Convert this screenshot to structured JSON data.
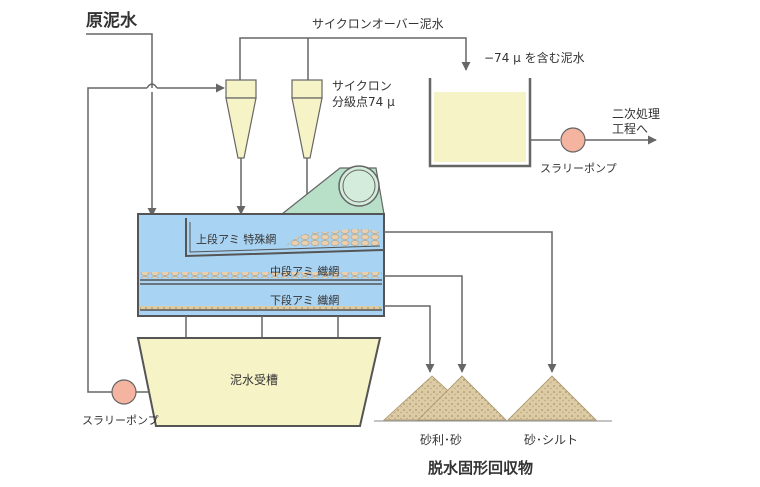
{
  "labels": {
    "raw_mud_water": "原泥水",
    "cyclone_overflow": "サイクロンオーバー泥水",
    "minus74_mud": "−74 µ を含む泥水",
    "cyclone_line1": "サイクロン",
    "cyclone_line2": "分級点74 µ",
    "secondary_line1": "二次処理",
    "secondary_line2": "工程へ",
    "slurry_pump_right": "スラリーポンプ",
    "upper_screen": "上段アミ 特殊網",
    "middle_screen": "中段アミ 織網",
    "lower_screen": "下段アミ 織網",
    "mud_tank": "泥水受槽",
    "slurry_pump_left": "スラリーポンプ",
    "gravel_sand": "砂利･砂",
    "sand_silt": "砂･シルト",
    "recovered_solids": "脱水固形回収物"
  },
  "colors": {
    "line": "#666666",
    "water_blue": "#a9d3f2",
    "tank_yellow": "#f6f3c6",
    "conveyor_green": "#b8e0c8",
    "pump_orange": "#f5b4a0",
    "sand": "#d9c9a5"
  }
}
